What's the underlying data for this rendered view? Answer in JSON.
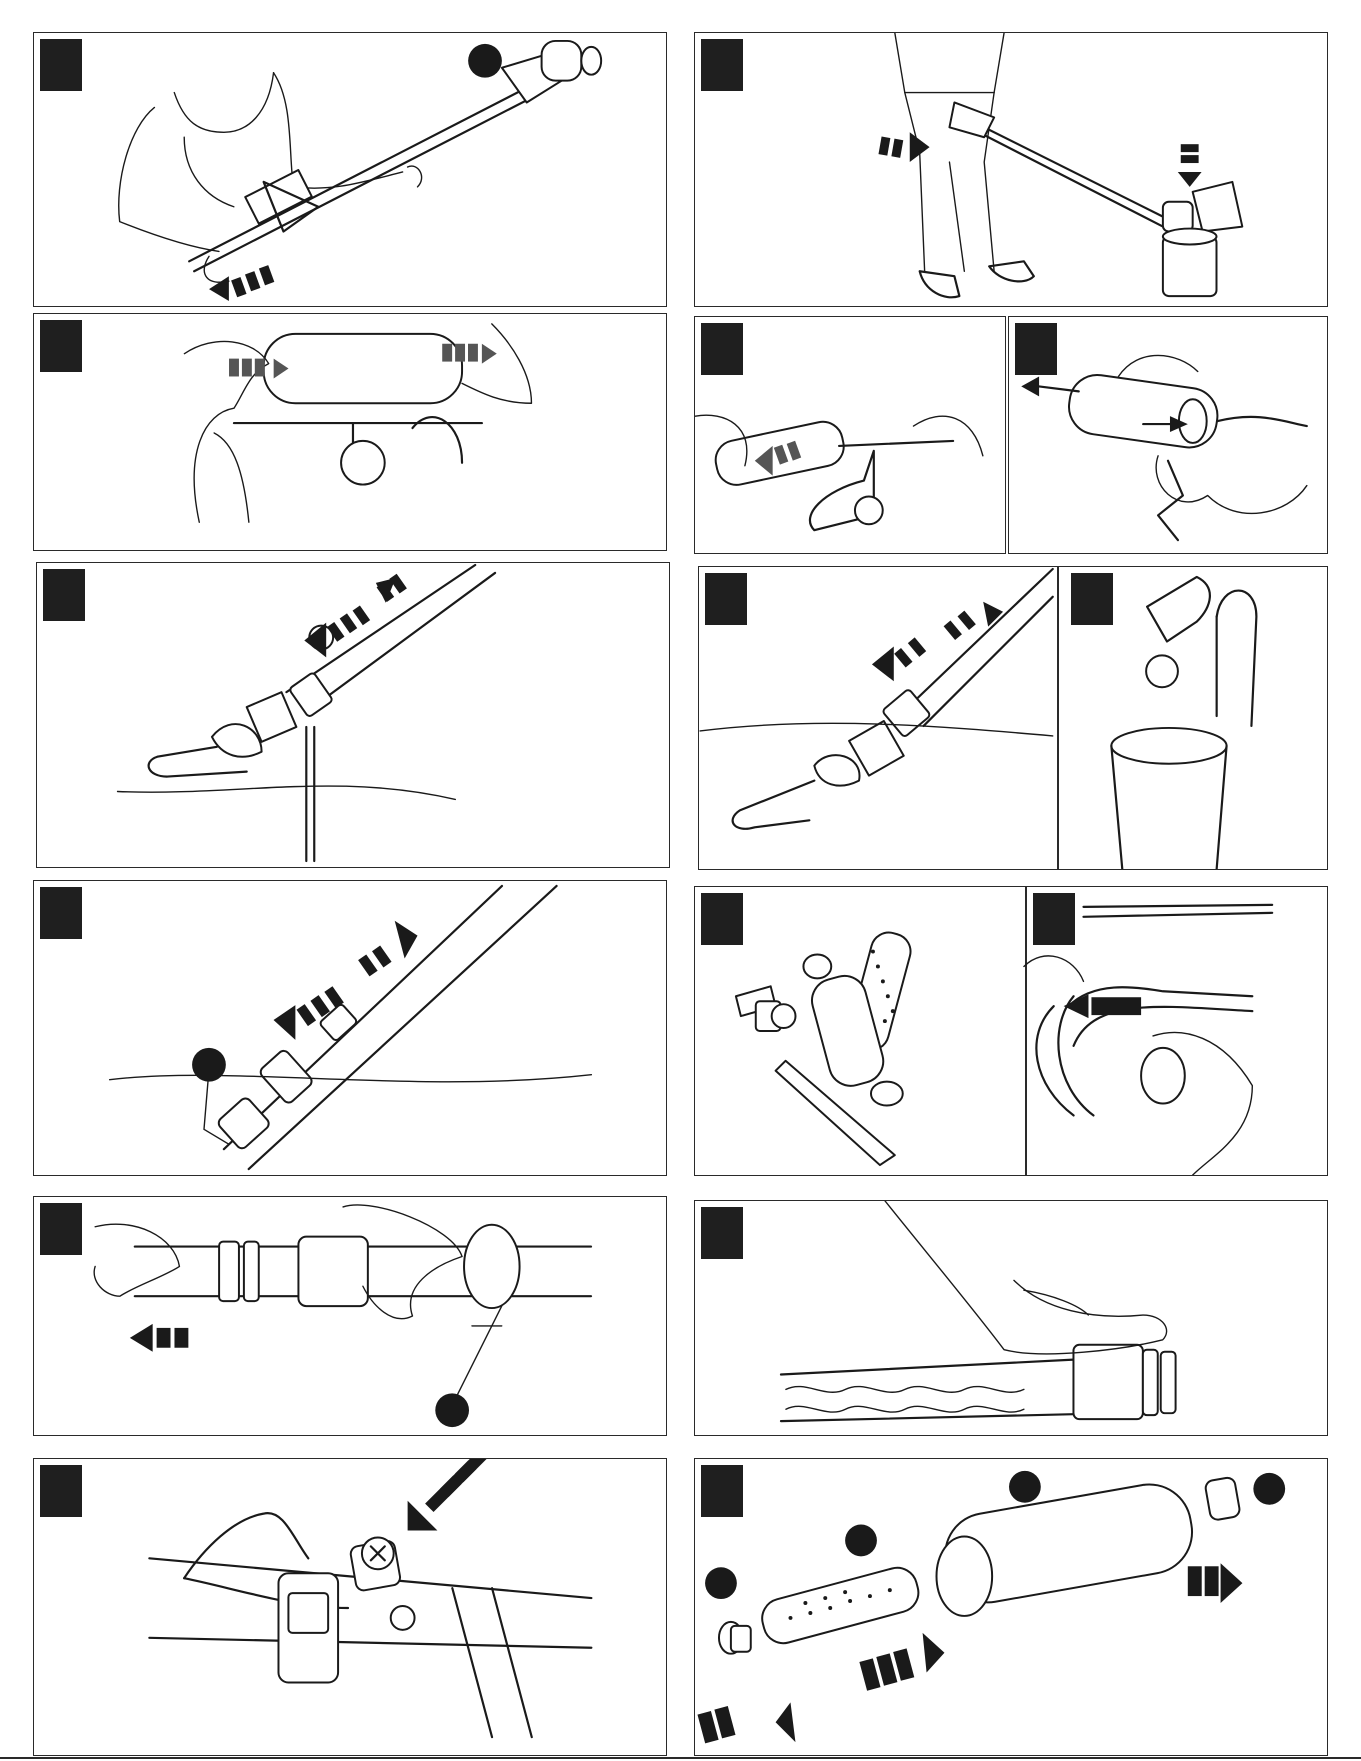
{
  "panels": [
    {
      "id": "p1",
      "badge": "",
      "callouts": [
        ""
      ]
    },
    {
      "id": "p2",
      "badge": ""
    },
    {
      "id": "p3",
      "badge": ""
    },
    {
      "id": "p4a",
      "badge": ""
    },
    {
      "id": "p4b",
      "badge": ""
    },
    {
      "id": "p5",
      "badge": ""
    },
    {
      "id": "p6a",
      "badge": ""
    },
    {
      "id": "p6b",
      "badge": ""
    },
    {
      "id": "p7",
      "badge": "",
      "callouts": [
        ""
      ]
    },
    {
      "id": "p8a",
      "badge": ""
    },
    {
      "id": "p8b",
      "badge": ""
    },
    {
      "id": "p9",
      "badge": "",
      "callouts": [
        ""
      ]
    },
    {
      "id": "p10",
      "badge": ""
    },
    {
      "id": "p11",
      "badge": ""
    },
    {
      "id": "p12",
      "badge": "",
      "callouts": [
        "",
        "",
        "",
        ""
      ]
    }
  ],
  "colors": {
    "ink": "#1a1a1a",
    "badge": "#1f1f1f",
    "arrow_gray": "#555555",
    "paper": "#ffffff"
  },
  "icons": [
    "arrow-icon",
    "callout-circle-icon"
  ]
}
